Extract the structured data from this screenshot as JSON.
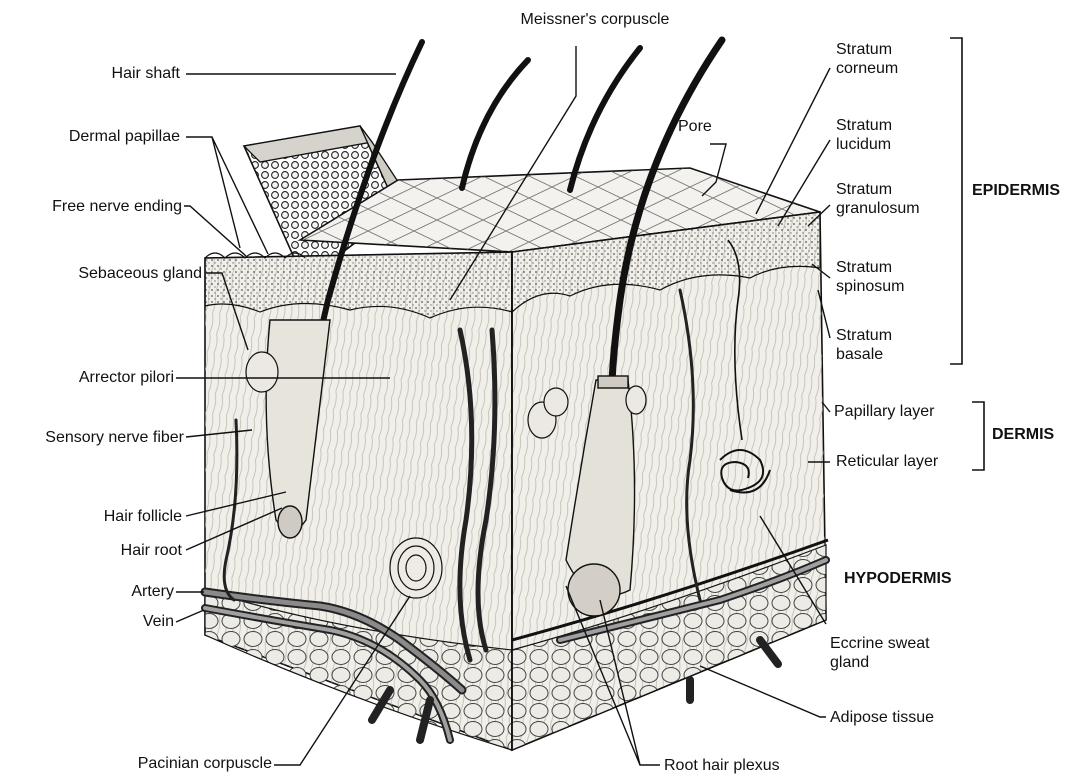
{
  "labels": {
    "hair_shaft": "Hair shaft",
    "meissners_corpuscle": "Meissner's corpuscle",
    "dermal_papillae": "Dermal papillae",
    "pore": "Pore",
    "free_nerve_ending": "Free nerve ending",
    "sebaceous_gland": "Sebaceous gland",
    "arrector_pilori": "Arrector pilori",
    "sensory_nerve_fiber": "Sensory nerve fiber",
    "hair_follicle": "Hair follicle",
    "hair_root": "Hair root",
    "artery": "Artery",
    "vein": "Vein",
    "pacinian_corpuscle": "Pacinian corpuscle",
    "root_hair_plexus": "Root hair plexus",
    "adipose_tissue": "Adipose tissue",
    "eccrine_sweat_gland": [
      "Eccrine sweat",
      "gland"
    ],
    "stratum_corneum": [
      "Stratum",
      "corneum"
    ],
    "stratum_lucidum": [
      "Stratum",
      "lucidum"
    ],
    "stratum_granulosum": [
      "Stratum",
      "granulosum"
    ],
    "stratum_spinosum": [
      "Stratum",
      "spinosum"
    ],
    "stratum_basale": [
      "Stratum",
      "basale"
    ],
    "papillary_layer": "Papillary layer",
    "reticular_layer": "Reticular layer"
  },
  "sections": {
    "epidermis": "EPIDERMIS",
    "dermis": "DERMIS",
    "hypodermis": "HYPODERMIS"
  },
  "colors": {
    "ink": "#1a1a1a",
    "tissue_fill": "#f1efe9",
    "fat_fill": "#e6e4de",
    "vessel_fill": "#6d6d6d",
    "background": "#ffffff"
  }
}
